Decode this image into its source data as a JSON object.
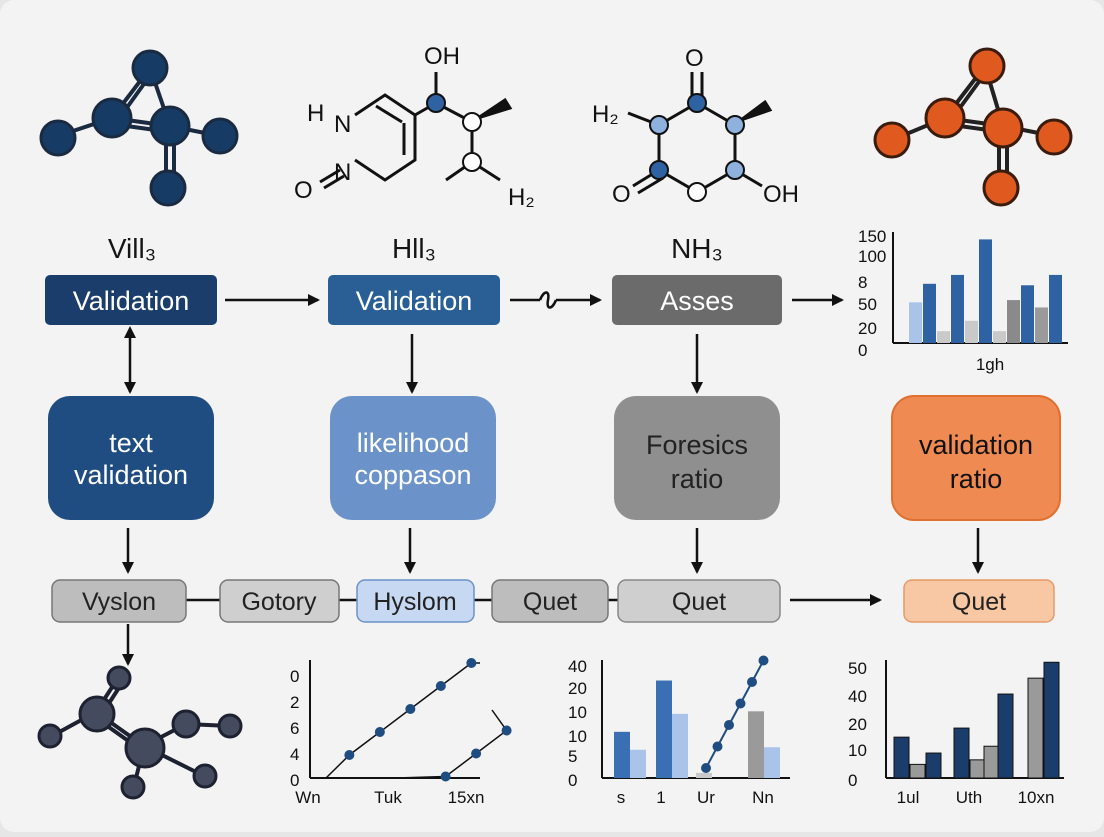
{
  "molecules": {
    "m1_label": "Vill₃",
    "m2_label": "Hll₃",
    "m3_label": "NH₃",
    "m2_atoms": {
      "oh": "OH",
      "h": "H",
      "n1": "N",
      "n2": "N",
      "o": "O",
      "h2": "H₂"
    },
    "m3_atoms": {
      "o_top": "O",
      "h2": "H₂",
      "o_left": "O",
      "oh": "OH"
    }
  },
  "row1": [
    {
      "label": "Validation",
      "color": "#1b3d6b"
    },
    {
      "label": "Validation",
      "color": "#2a5f96"
    },
    {
      "label": "Asses",
      "color": "#6b6b6b"
    }
  ],
  "row2": [
    {
      "label_lines": [
        "text",
        "validation"
      ],
      "color": "#1f4d82"
    },
    {
      "label_lines": [
        "likelihood",
        "coppason"
      ],
      "color": "#6b93c9"
    },
    {
      "label_lines": [
        "Foresics",
        "ratio"
      ],
      "color": "#8f8f8f"
    },
    {
      "label_lines": [
        "validation",
        "ratio"
      ],
      "color": "#ee8a52"
    }
  ],
  "row3": [
    {
      "label": "Vyslon",
      "fill": "#bdbdbd"
    },
    {
      "label": "Gotory",
      "fill": "#cfcfcf"
    },
    {
      "label": "Hyslom",
      "fill": "#c6d8f2"
    },
    {
      "label": "Quet",
      "fill": "#bdbdbd"
    },
    {
      "label": "Quet",
      "fill": "#cfcfcf"
    },
    {
      "label": "Quet",
      "fill": "#f8c7a4"
    }
  ],
  "colors": {
    "navy": "#1b3d6b",
    "blue": "#2f62a3",
    "lightblue": "#a9c4e8",
    "gray": "#9a9a9a",
    "lightgray": "#c9c9c9",
    "orange": "#e0591f",
    "slate": "#3c4150"
  },
  "chart_data": [
    {
      "type": "bar",
      "ytick_labels": [
        "150",
        "100",
        "8",
        "50",
        "20",
        "0"
      ],
      "xtick_labels": [
        "1gh"
      ],
      "series": [
        {
          "values": [
            55,
            78,
            13,
            13,
            62
          ]
        },
        {
          "values": [
            80,
            92,
            140,
            78,
            92,
            88
          ]
        },
        {
          "values": [
            16,
            30,
            16,
            58,
            48
          ]
        }
      ]
    },
    {
      "type": "line",
      "ytick_labels": [
        "0",
        "2",
        "6",
        "4",
        "0"
      ],
      "xtick_labels": [
        "Wn",
        "Tuk",
        "15xn"
      ],
      "series": [
        {
          "x": [
            1,
            2,
            3,
            4,
            5
          ],
          "y": [
            1,
            2,
            3,
            4,
            5
          ]
        },
        {
          "x": [
            3.5,
            4.5,
            5.5
          ],
          "y": [
            0.5,
            1.5,
            2.5
          ]
        }
      ]
    },
    {
      "type": "bar",
      "ytick_labels": [
        "40",
        "20",
        "10",
        "10",
        "5",
        "0"
      ],
      "xtick_labels": [
        "s",
        "1",
        "Ur",
        "Nn"
      ],
      "series": [
        {
          "values": [
            18,
            38,
            2
          ]
        },
        {
          "values": [
            11,
            25,
            8,
            26,
            12
          ]
        }
      ],
      "line": {
        "y": [
          1,
          2,
          3,
          4,
          5,
          6
        ]
      }
    },
    {
      "type": "bar",
      "ytick_labels": [
        "50",
        "40",
        "20",
        "10",
        "0"
      ],
      "xtick_labels": [
        "1ul",
        "Uth",
        "10xn"
      ],
      "series": [
        {
          "values": [
            18,
            22,
            37,
            51
          ]
        },
        {
          "values": [
            6,
            8,
            14,
            44
          ]
        },
        {
          "values": [
            11
          ]
        }
      ]
    }
  ]
}
